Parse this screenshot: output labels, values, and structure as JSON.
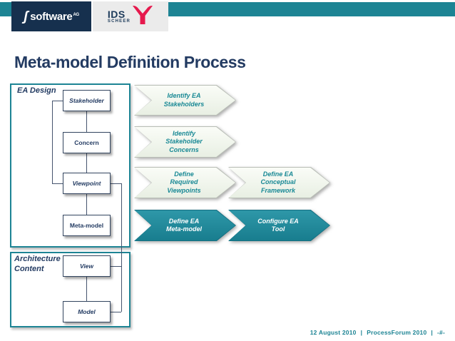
{
  "header": {
    "software_ag": {
      "glyph": "ʃ",
      "word": "software",
      "suffix": "AG"
    },
    "ids_scheer": {
      "line1": "IDS",
      "line2": "SCHEER"
    }
  },
  "title": "Meta-model Definition Process",
  "diagram": {
    "groups": {
      "ea_design": "EA Design",
      "architecture_content": "Architecture\nContent"
    },
    "boxes": {
      "stakeholder": "Stakeholder",
      "concern": "Concern",
      "viewpoint": "Viewpoint",
      "metamodel": "Meta-model",
      "view": "View",
      "model": "Model"
    }
  },
  "steps": [
    {
      "label": "Identify EA\nStakeholders",
      "style": "light"
    },
    {
      "label": "Identify\nStakeholder\nConcerns",
      "style": "light"
    },
    {
      "label": "Define\nRequired\nViewpoints",
      "style": "light"
    },
    {
      "label": "Define EA\nConceptual\nFramework",
      "style": "light"
    },
    {
      "label": "Define EA\nMeta-model",
      "style": "teal"
    },
    {
      "label": "Configure EA\nTool",
      "style": "teal"
    }
  ],
  "footer": {
    "date": "12 August 2010",
    "separator": "|",
    "event": "ProcessForum 2010",
    "page": "-#-"
  },
  "colors": {
    "accent_teal": "#1d8494",
    "logo_navy": "#16304e",
    "logo_red": "#e6194d",
    "title_navy": "#233b62",
    "chevron_light": "#eef4ea",
    "chevron_teal": "#1f8799"
  }
}
